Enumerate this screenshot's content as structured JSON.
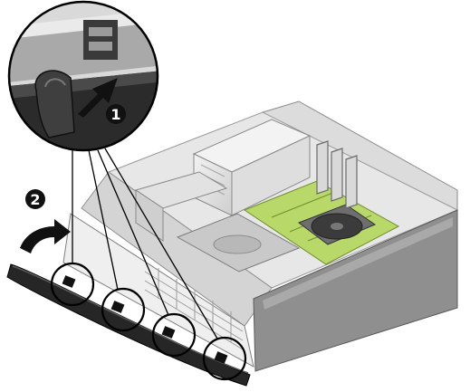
{
  "steps": [
    {
      "number": "1",
      "action": "press-release-tab"
    },
    {
      "number": "2",
      "action": "rotate-bezel-off"
    }
  ],
  "colors": {
    "chassis": "#e9e9e9",
    "chassis_shadow": "#bdbdbd",
    "side_panel": "#8f8f8f",
    "bezel": "#262626",
    "motherboard": "#b8d86a",
    "badge": "#111111",
    "arrow": "#111111",
    "callout_ring": "#000000"
  },
  "callouts": {
    "tab_count": 4
  }
}
